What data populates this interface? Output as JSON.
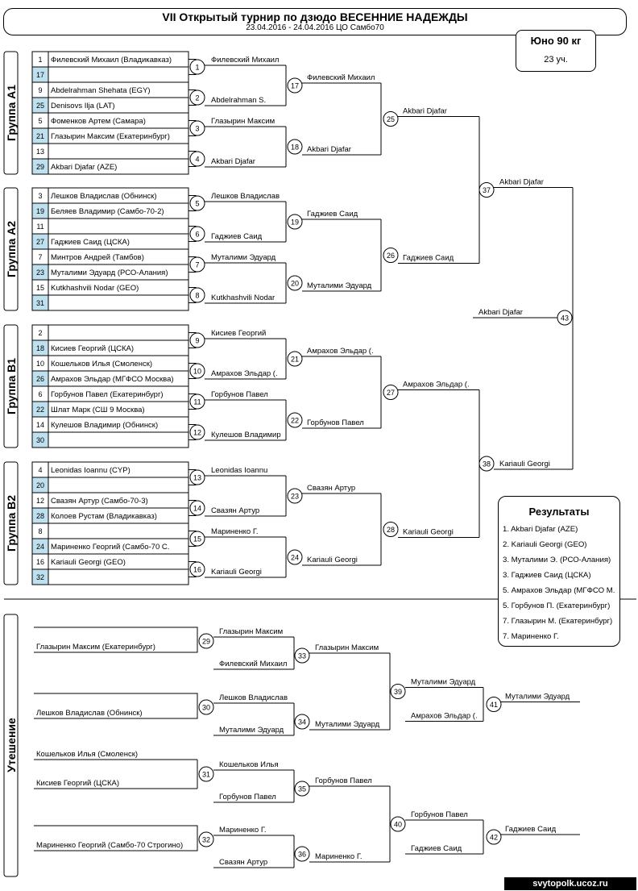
{
  "header": {
    "title": "VII Открытый турнир по дзюдо ВЕСЕННИЕ НАДЕЖДЫ",
    "subtitle": "23.04.2016 - 24.04.2016 ЦО Самбо70",
    "category": "Юно 90 кг",
    "participants": "23 уч."
  },
  "groups": [
    {
      "label": "Группа A1",
      "entries": [
        {
          "seed": "1",
          "name": "Филевский Михаил (Владикавказ)"
        },
        {
          "seed": "17",
          "name": ""
        },
        {
          "seed": "9",
          "name": "Abdelrahman Shehata (EGY)"
        },
        {
          "seed": "25",
          "name": "Denisovs Ilja (LAT)"
        },
        {
          "seed": "5",
          "name": "Фоменков Артем (Самара)"
        },
        {
          "seed": "21",
          "name": "Глазырин Максим (Екатеринбург)"
        },
        {
          "seed": "13",
          "name": ""
        },
        {
          "seed": "29",
          "name": "Akbari Djafar (AZE)"
        }
      ]
    },
    {
      "label": "Группа A2",
      "entries": [
        {
          "seed": "3",
          "name": "Лешков Владислав (Обнинск)"
        },
        {
          "seed": "19",
          "name": "Беляев Владимир (Самбо-70-2)"
        },
        {
          "seed": "11",
          "name": ""
        },
        {
          "seed": "27",
          "name": "Гаджиев Саид (ЦСКА)"
        },
        {
          "seed": "7",
          "name": "Минтров Андрей (Тамбов)"
        },
        {
          "seed": "23",
          "name": "Муталими Эдуард (РСО-Алания)"
        },
        {
          "seed": "15",
          "name": "Kutkhashvili Nodar (GEO)"
        },
        {
          "seed": "31",
          "name": ""
        }
      ]
    },
    {
      "label": "Группа B1",
      "entries": [
        {
          "seed": "2",
          "name": ""
        },
        {
          "seed": "18",
          "name": "Кисиев Георгий (ЦСКА)"
        },
        {
          "seed": "10",
          "name": "Кошельков Илья (Смоленск)"
        },
        {
          "seed": "26",
          "name": "Амрахов Эльдар (МГФСО Москва)"
        },
        {
          "seed": "6",
          "name": "Горбунов Павел (Екатеринбург)"
        },
        {
          "seed": "22",
          "name": "Шлат Марк (СШ 9 Москва)"
        },
        {
          "seed": "14",
          "name": "Кулешов Владимир (Обнинск)"
        },
        {
          "seed": "30",
          "name": ""
        }
      ]
    },
    {
      "label": "Группа B2",
      "entries": [
        {
          "seed": "4",
          "name": "Leonidas Ioannu (CYP)"
        },
        {
          "seed": "20",
          "name": ""
        },
        {
          "seed": "12",
          "name": "Свазян Артур (Самбо-70-3)"
        },
        {
          "seed": "28",
          "name": "Колоев Рустам (Владикавказ)"
        },
        {
          "seed": "8",
          "name": ""
        },
        {
          "seed": "24",
          "name": "Мариненко Георгий (Самбо-70 С."
        },
        {
          "seed": "16",
          "name": "Kariauli Georgi (GEO)"
        },
        {
          "seed": "32",
          "name": ""
        }
      ]
    }
  ],
  "round1": [
    {
      "num": "1",
      "winner": "Филевский Михаил"
    },
    {
      "num": "2",
      "winner": "Abdelrahman S."
    },
    {
      "num": "3",
      "winner": "Глазырин Максим"
    },
    {
      "num": "4",
      "winner": "Akbari Djafar"
    },
    {
      "num": "5",
      "winner": "Лешков Владислав"
    },
    {
      "num": "6",
      "winner": "Гаджиев Саид"
    },
    {
      "num": "7",
      "winner": "Муталими Эдуард"
    },
    {
      "num": "8",
      "winner": "Kutkhashvili Nodar"
    },
    {
      "num": "9",
      "winner": "Кисиев Георгий"
    },
    {
      "num": "10",
      "winner": "Амрахов Эльдар (."
    },
    {
      "num": "11",
      "winner": "Горбунов Павел"
    },
    {
      "num": "12",
      "winner": "Кулешов Владимир"
    },
    {
      "num": "13",
      "winner": "Leonidas Ioannu"
    },
    {
      "num": "14",
      "winner": "Свазян Артур"
    },
    {
      "num": "15",
      "winner": "Мариненко Г."
    },
    {
      "num": "16",
      "winner": "Kariauli Georgi"
    }
  ],
  "round2": [
    {
      "num": "17",
      "winner": "Филевский Михаил"
    },
    {
      "num": "18",
      "winner": "Akbari Djafar"
    },
    {
      "num": "19",
      "winner": "Гаджиев Саид"
    },
    {
      "num": "20",
      "winner": "Муталими Эдуард"
    },
    {
      "num": "21",
      "winner": "Амрахов Эльдар (."
    },
    {
      "num": "22",
      "winner": "Горбунов Павел"
    },
    {
      "num": "23",
      "winner": "Свазян Артур"
    },
    {
      "num": "24",
      "winner": "Kariauli Georgi"
    }
  ],
  "round3": [
    {
      "num": "25",
      "winner": "Akbari Djafar"
    },
    {
      "num": "26",
      "winner": "Гаджиев Саид"
    },
    {
      "num": "27",
      "winner": "Амрахов Эльдар (."
    },
    {
      "num": "28",
      "winner": "Kariauli Georgi"
    }
  ],
  "round4": [
    {
      "num": "37",
      "winner": "Akbari Djafar"
    },
    {
      "num": "38",
      "winner": "Kariauli Georgi"
    }
  ],
  "final": {
    "num": "43",
    "winner": "Akbari Djafar"
  },
  "consolation_label": "Утешение",
  "consolation": {
    "entries": [
      "Глазырин Максим (Екатеринбург)",
      "Лешков Владислав (Обнинск)",
      "Кошельков Илья (Смоленск)",
      "Кисиев Георгий (ЦСКА)",
      "Мариненко Георгий (Самбо-70 Строгино)"
    ],
    "r1": [
      {
        "num": "29",
        "winner": "Глазырин Максим",
        "second": "Филевский Михаил"
      },
      {
        "num": "30",
        "winner": "Лешков Владислав",
        "second": "Муталими Эдуард"
      },
      {
        "num": "31",
        "winner": "Кошельков Илья",
        "second": "Горбунов Павел"
      },
      {
        "num": "32",
        "winner": "Мариненко Г.",
        "second": "Свазян Артур"
      }
    ],
    "r2": [
      {
        "num": "33",
        "winner": "Глазырин Максим"
      },
      {
        "num": "34",
        "winner": "Муталими Эдуард"
      },
      {
        "num": "35",
        "winner": "Горбунов Павел"
      },
      {
        "num": "36",
        "winner": "Мариненко Г."
      }
    ],
    "r3": [
      {
        "num": "39",
        "winner": "Муталими Эдуард",
        "second": "Амрахов Эльдар (."
      },
      {
        "num": "40",
        "winner": "Горбунов Павел",
        "second": "Гаджиев Саид"
      }
    ],
    "r4": [
      {
        "num": "41",
        "winner": "Муталими Эдуард"
      },
      {
        "num": "42",
        "winner": "Гаджиев Саид"
      }
    ]
  },
  "results": {
    "title": "Результаты",
    "items": [
      "1. Akbari Djafar (AZE)",
      "2. Kariauli Georgi (GEO)",
      "3. Муталими Э. (РСО-Алания)",
      "3. Гаджиев Саид (ЦСКА)",
      "5. Амрахов Эльдар (МГФСО М.",
      "5. Горбунов П. (Екатеринбург)",
      "7. Глазырин М. (Екатеринбург)",
      "7. Мариненко Г."
    ]
  },
  "colors": {
    "seed_highlight": "#bfe0ef",
    "line": "#000000",
    "watermark_bg": "#000000",
    "watermark_text": "#ffffff"
  },
  "watermark": "svytopolk.ucoz.ru"
}
